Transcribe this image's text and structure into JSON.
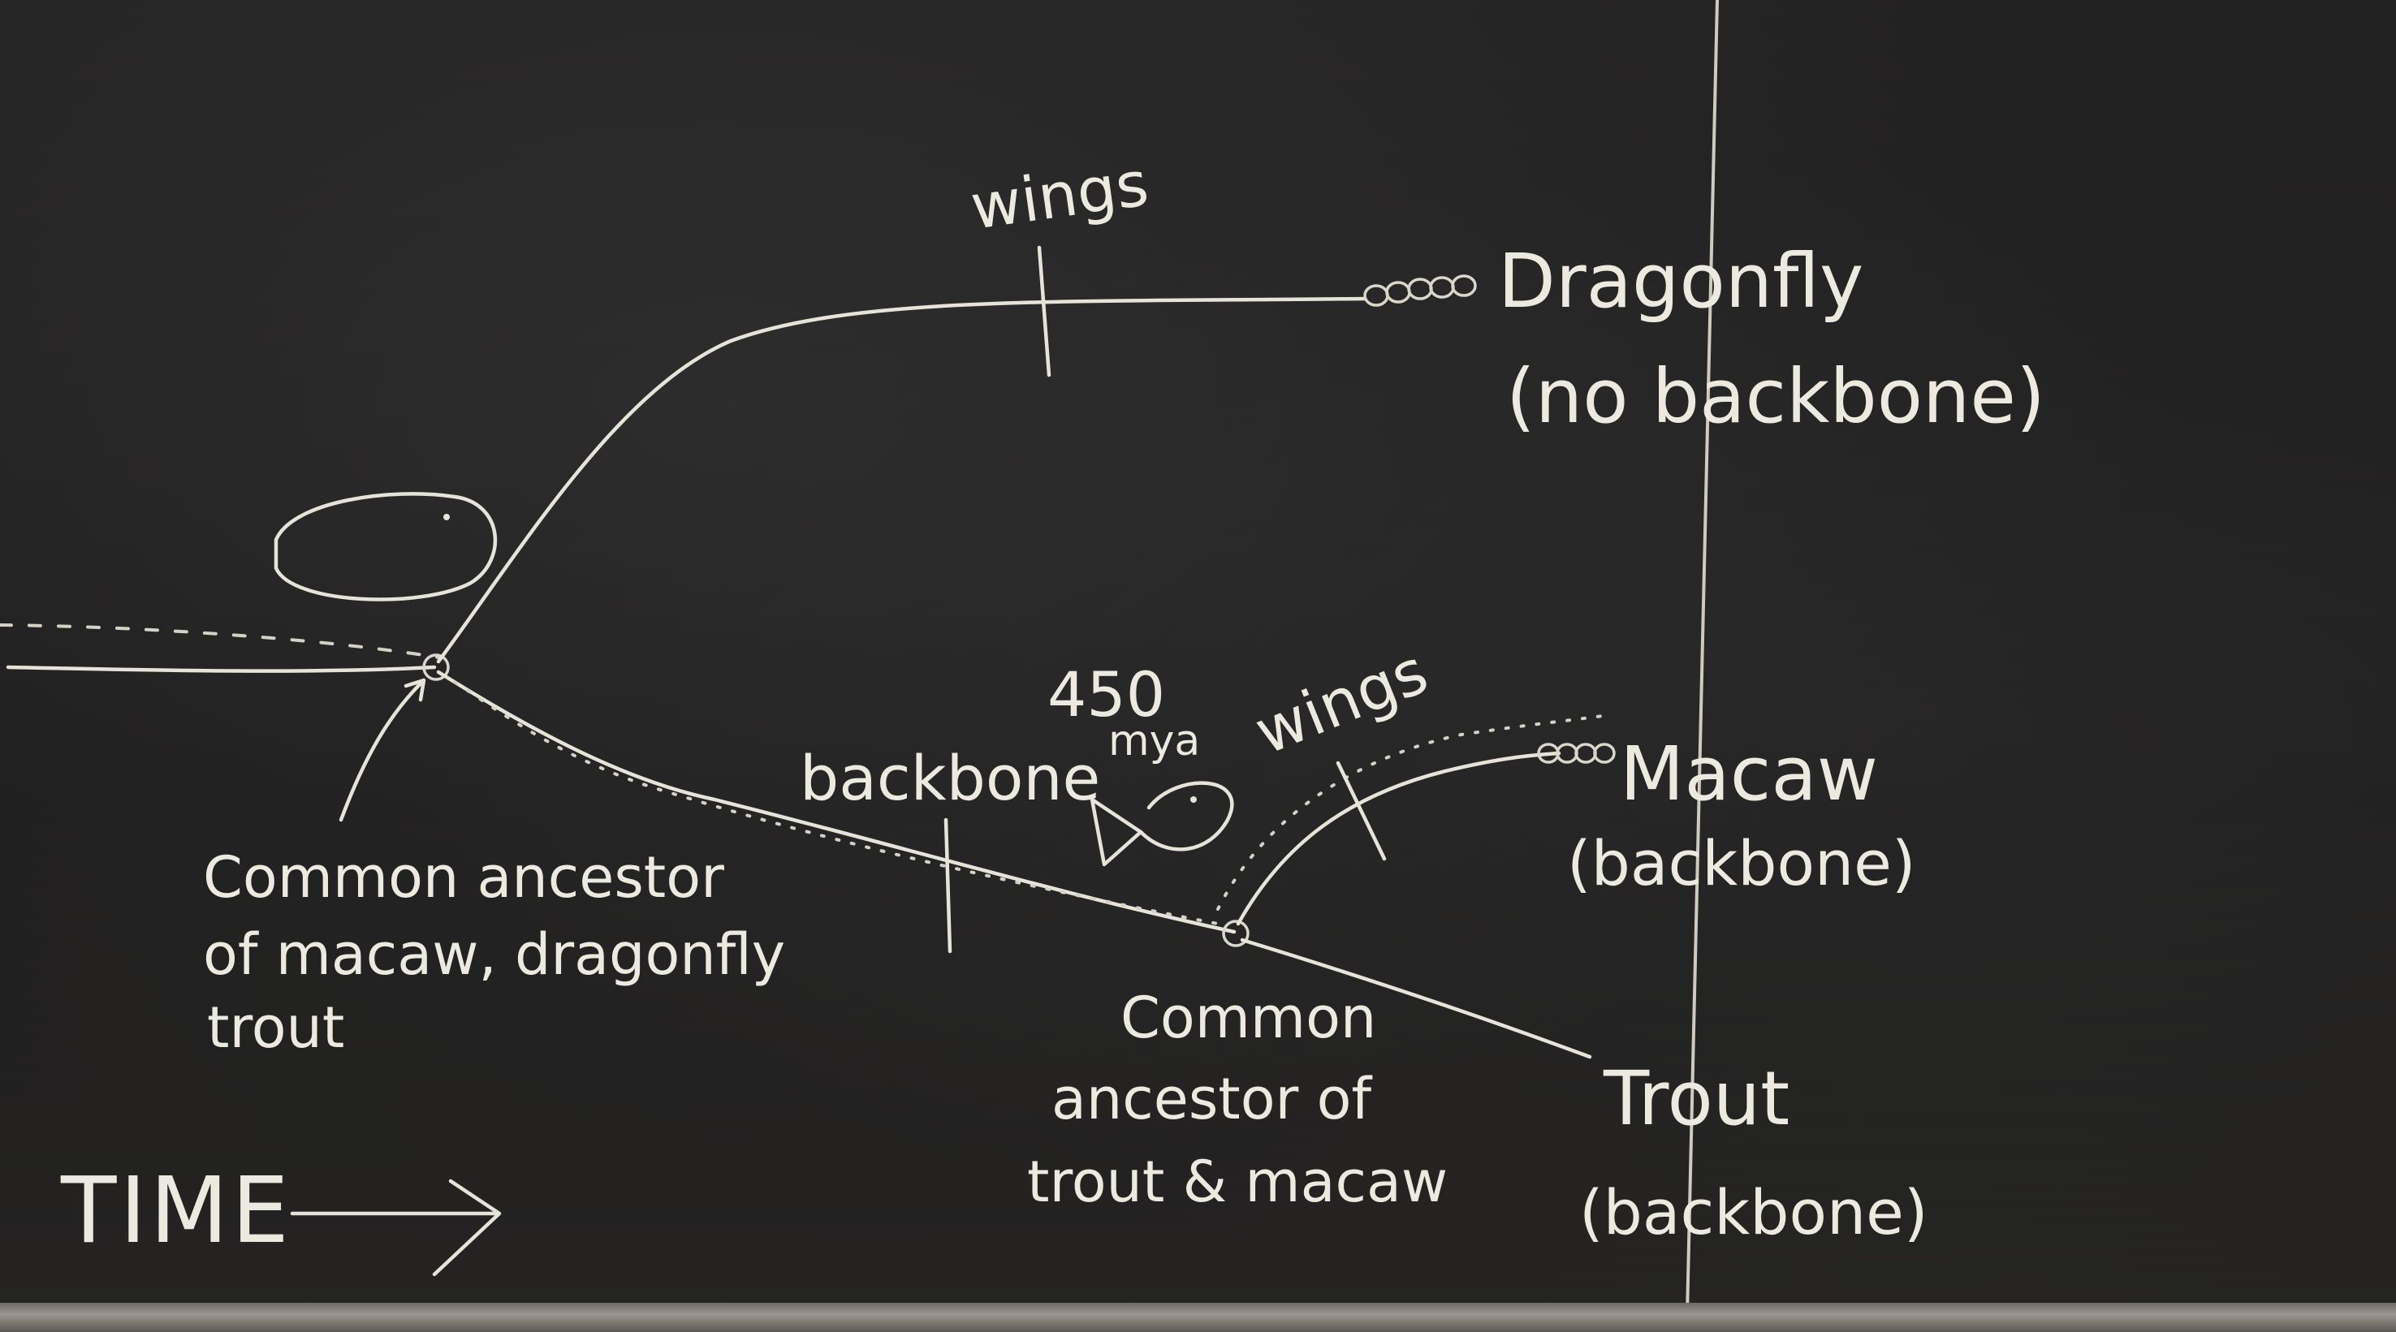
{
  "taxa": {
    "dragonfly": {
      "name": "Dragonfly",
      "note": "(no backbone)"
    },
    "macaw": {
      "name": "Macaw",
      "note": "(backbone)"
    },
    "trout": {
      "name": "Trout",
      "note": "(backbone)"
    }
  },
  "traits": {
    "wings_top": "wings",
    "wings_bottom": "wings",
    "backbone": "backbone",
    "age_value": "450",
    "age_unit": "mya"
  },
  "nodes": {
    "ancestor_all": [
      "Common ancestor",
      "of macaw, dragonfly",
      "trout"
    ],
    "ancestor_trout_macaw": [
      "Common",
      "ancestor of",
      "trout & macaw"
    ]
  },
  "axis": {
    "label": "TIME"
  }
}
